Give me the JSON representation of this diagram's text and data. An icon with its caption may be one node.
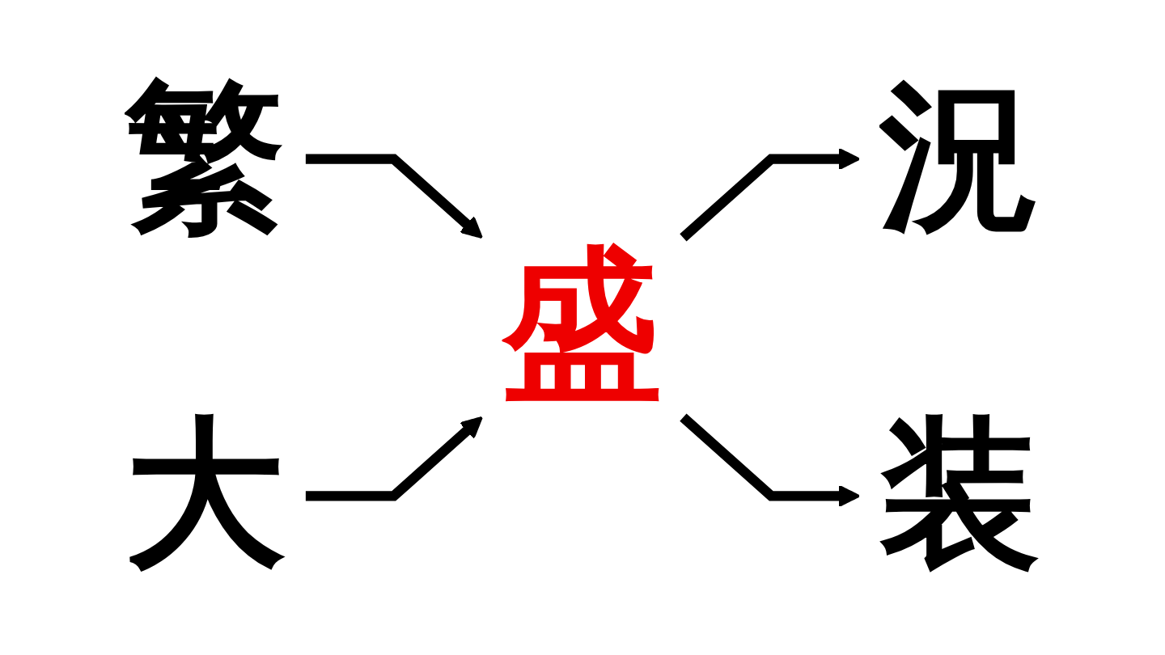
{
  "diagram": {
    "nodes": [
      {
        "text": [
          "繁"
        ]
      },
      {
        "text": [
          "大"
        ]
      },
      {
        "text": [
          "盛"
        ]
      },
      {
        "text": [
          "況"
        ]
      },
      {
        "text": [
          "装"
        ]
      }
    ],
    "edges": [
      {
        "from": 0,
        "to": 2,
        "arrow": "to"
      },
      {
        "from": 1,
        "to": 2,
        "arrow": "to"
      },
      {
        "from": 2,
        "to": 3,
        "arrow": "to"
      },
      {
        "from": 2,
        "to": 4,
        "arrow": "to"
      }
    ]
  }
}
